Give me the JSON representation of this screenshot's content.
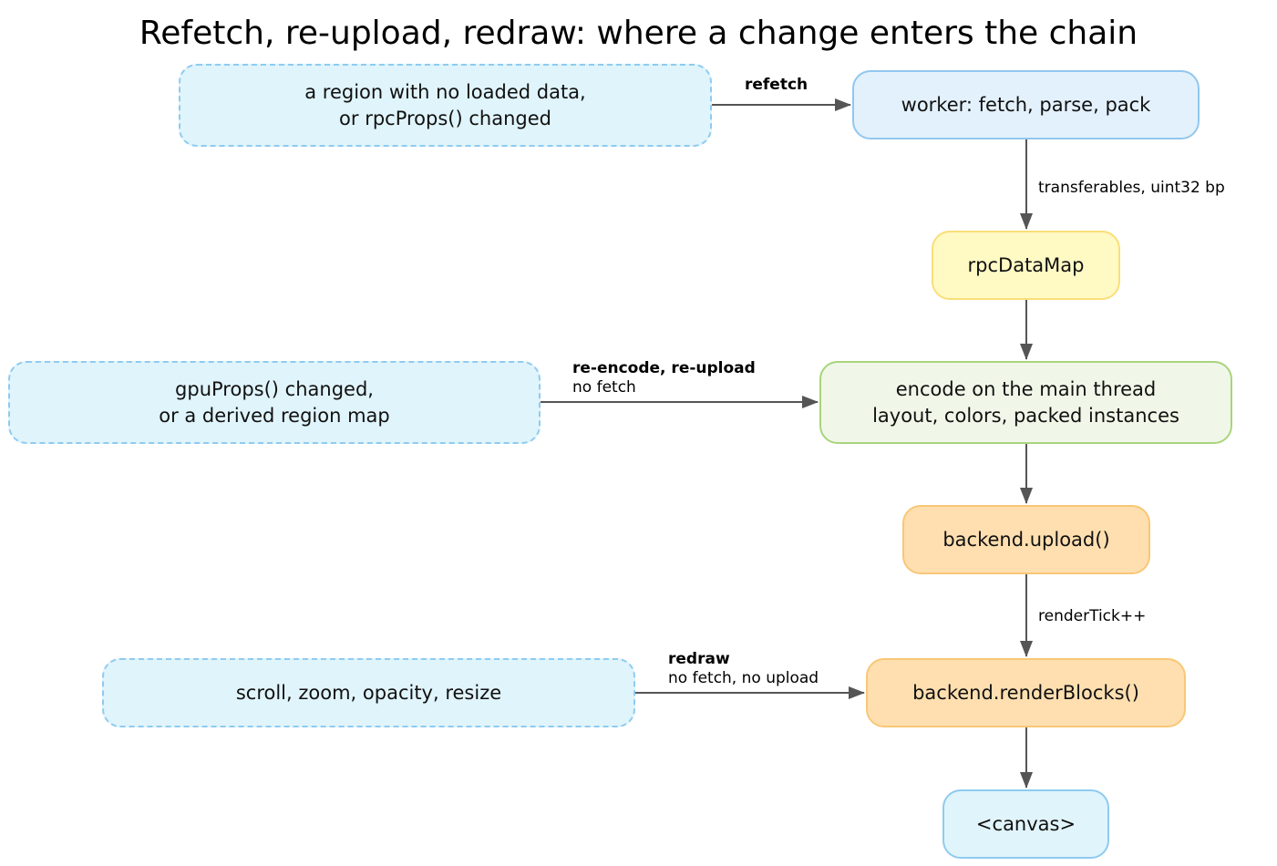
{
  "title": "Refetch, re-upload, redraw: where a change enters the chain",
  "triggers": [
    {
      "lines": [
        "a region with no loaded data,",
        "or rpcProps() changed"
      ]
    },
    {
      "lines": [
        "gpuProps() changed,",
        "or a derived region map"
      ]
    },
    {
      "lines": [
        "scroll, zoom, opacity, resize"
      ]
    }
  ],
  "pipeline": {
    "worker": "worker: fetch, parse, pack",
    "rpc_data_map": "rpcDataMap",
    "encode": [
      "encode on the main thread",
      "layout, colors, packed instances"
    ],
    "upload": "backend.upload()",
    "render_blocks": "backend.renderBlocks()",
    "canvas": "<canvas>"
  },
  "edge_labels": {
    "refetch": {
      "title": "refetch"
    },
    "reencode": {
      "title": "re-encode, re-upload",
      "note": "no fetch"
    },
    "redraw": {
      "title": "redraw",
      "note": "no fetch, no upload"
    },
    "transferables": "transferables, uint32 bp",
    "render_tick": "renderTick++"
  },
  "colors": {
    "trigger_fill": "#e0f4fb",
    "trigger_border": "#8ecbf0",
    "worker_fill": "#e3f1fc",
    "rpc_fill": "#fff9c4",
    "encode_fill": "#f0f7e8",
    "gpu_fill": "#ffdfb0",
    "edge": "#555555"
  }
}
